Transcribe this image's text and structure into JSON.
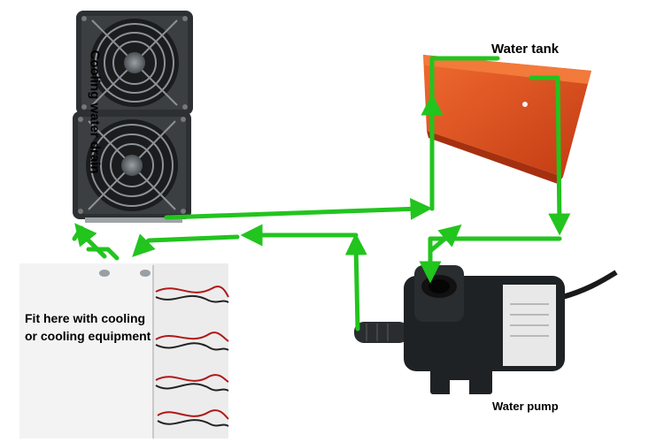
{
  "labels": {
    "cooling_water_drain": "Cooling water drain",
    "water_tank": "Water tank",
    "fit_line1": "Fit here with cooling",
    "fit_line2": "or cooling equipment",
    "water_pump": "Water pump"
  },
  "colors": {
    "flow_arrow": "#22c41e",
    "tank": "#e14b1c",
    "fan_frame": "#2d3032",
    "pump_body": "#1f2224",
    "wire_red": "#b01818"
  },
  "icons": [
    "fan-icon",
    "water-tank-icon",
    "water-pump-icon",
    "cooling-plate-icon",
    "flow-arrow-icon"
  ]
}
